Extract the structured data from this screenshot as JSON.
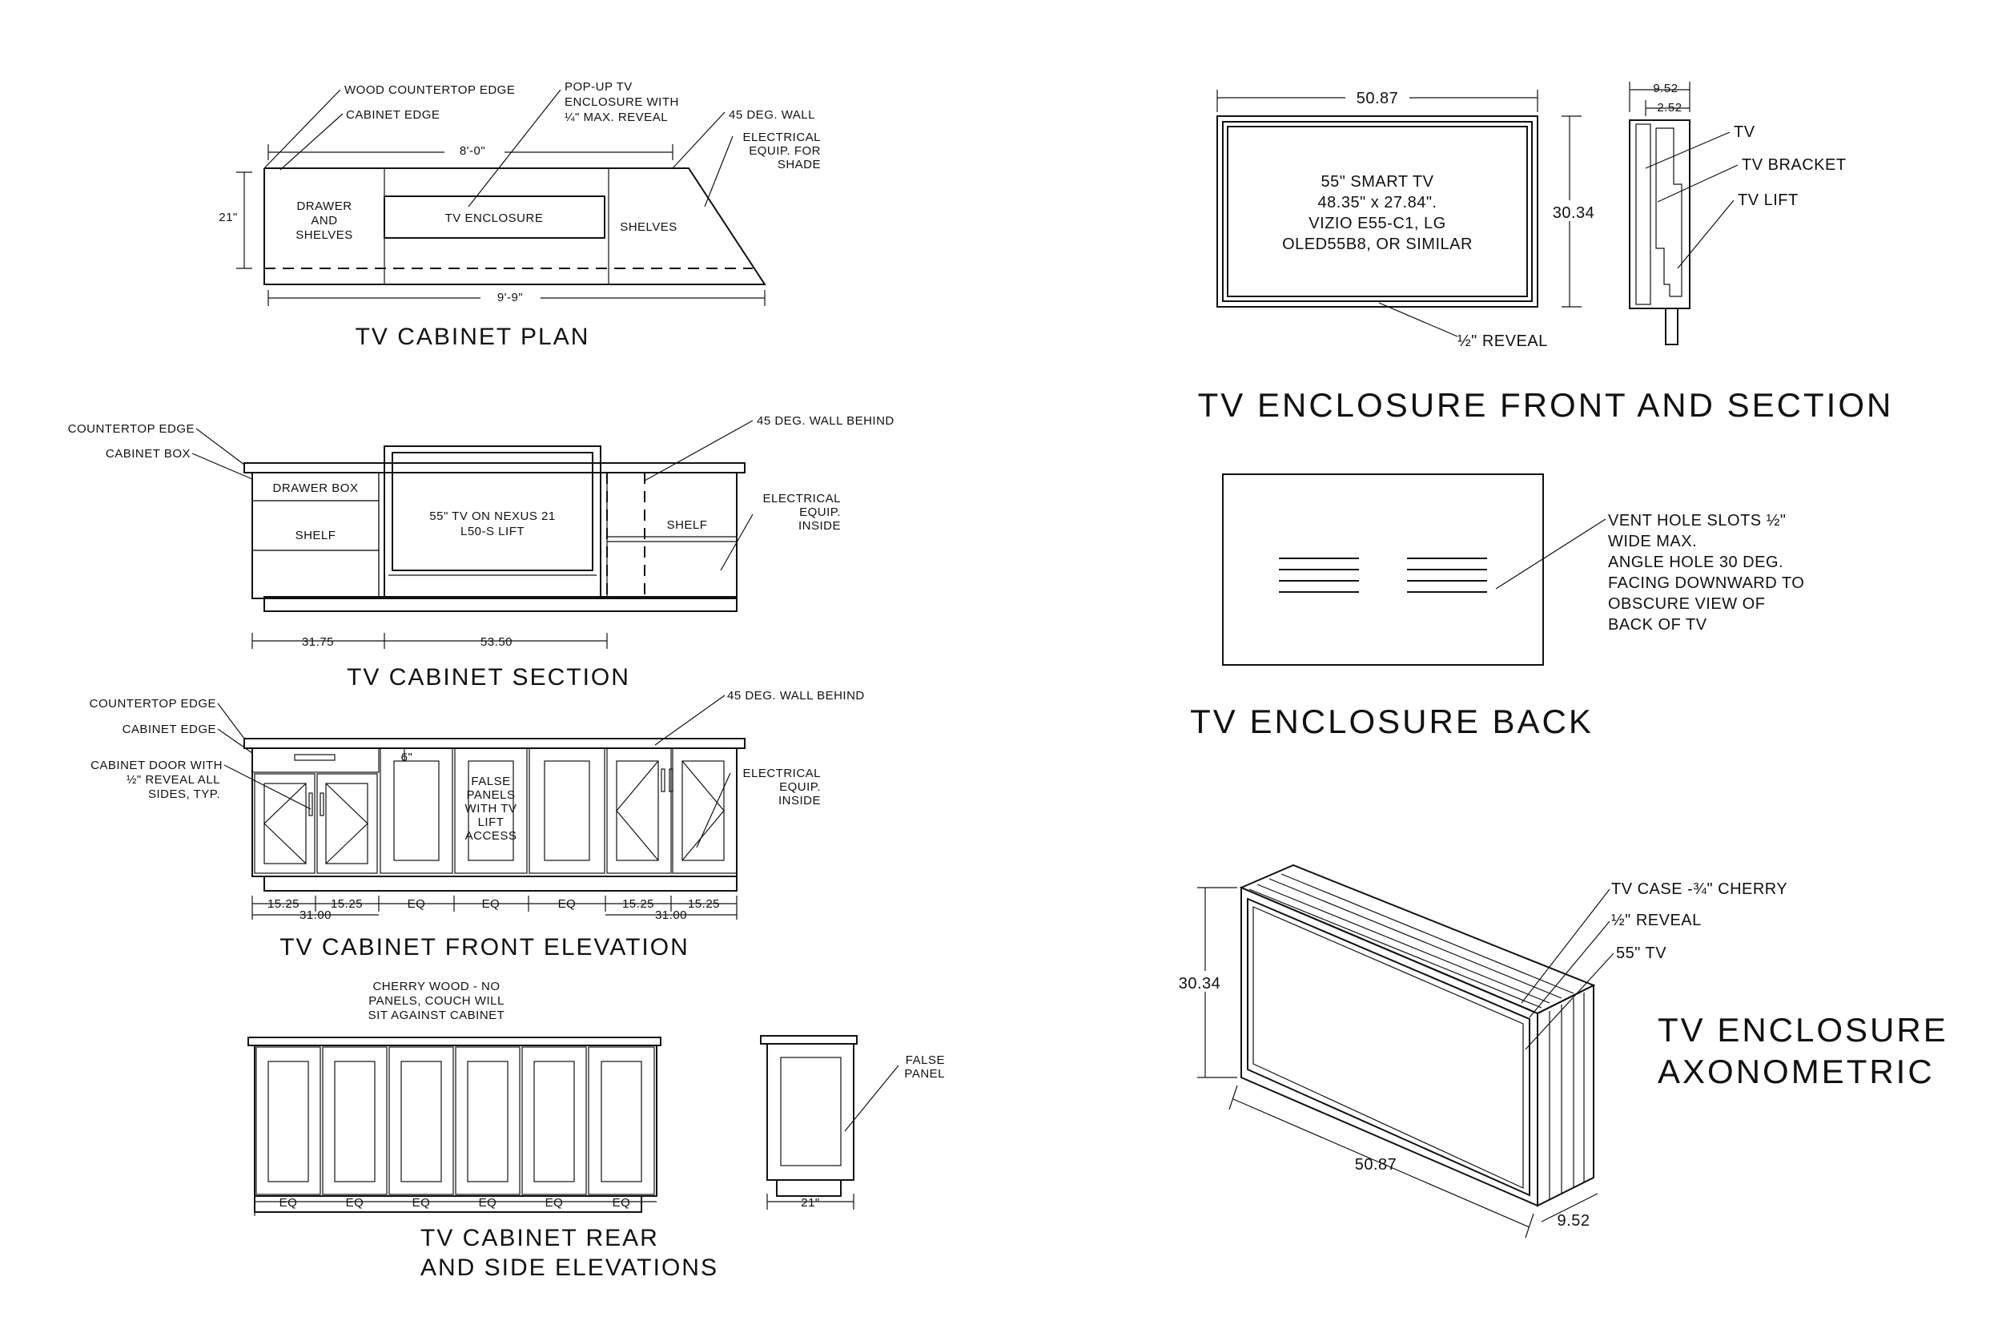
{
  "plan": {
    "title": "TV CABINET PLAN",
    "labels": {
      "wood_countertop": "WOOD COUNTERTOP EDGE",
      "popup_1": "POP-UP TV",
      "popup_2": "ENCLOSURE WITH",
      "popup_3": "¼\" MAX. REVEAL",
      "cabinet_edge": "CABINET EDGE",
      "wall45": "45 DEG. WALL",
      "elec_1": "ELECTRICAL",
      "elec_2": "EQUIP. FOR",
      "elec_3": "SHADE",
      "drawer_1": "DRAWER",
      "drawer_2": "AND",
      "drawer_3": "SHELVES",
      "tv_enclosure": "TV ENCLOSURE",
      "shelves": "SHELVES"
    },
    "dims": {
      "top": "8'-0\"",
      "bottom": "9'-9\"",
      "depth": "21\""
    }
  },
  "section": {
    "title": "TV CABINET SECTION",
    "labels": {
      "countertop": "COUNTERTOP EDGE",
      "cabinet_box": "CABINET BOX",
      "wall45": "45 DEG. WALL BEHIND",
      "drawer_box": "DRAWER BOX",
      "shelf_left": "SHELF",
      "tv_1": "55\" TV ON NEXUS 21",
      "tv_2": "L50-S LIFT",
      "shelf_right": "SHELF",
      "elec_1": "ELECTRICAL",
      "elec_2": "EQUIP.",
      "elec_3": "INSIDE"
    },
    "dims": {
      "left": "31.75",
      "center": "53.50"
    }
  },
  "front": {
    "title": "TV CABINET FRONT ELEVATION",
    "labels": {
      "countertop": "COUNTERTOP EDGE",
      "cabinet_edge": "CABINET EDGE",
      "door_1": "CABINET DOOR WITH",
      "door_2": "½\" REVEAL ALL",
      "door_3": "SIDES, TYP.",
      "wall45": "45 DEG. WALL BEHIND",
      "false_1": "FALSE",
      "false_2": "PANELS",
      "false_3": "WITH TV",
      "false_4": "LIFT",
      "false_5": "ACCESS",
      "elec_1": "ELECTRICAL",
      "elec_2": "EQUIP.",
      "elec_3": "INSIDE",
      "dim6": "6\""
    },
    "dims": [
      "15.25",
      "15.25",
      "EQ",
      "EQ",
      "EQ",
      "15.25",
      "15.25"
    ],
    "dims_total": [
      "31.00",
      "31.00"
    ]
  },
  "rear": {
    "title_1": "TV CABINET REAR",
    "title_2": "AND SIDE ELEVATIONS",
    "note_1": "CHERRY WOOD - NO",
    "note_2": "PANELS, COUCH WILL",
    "note_3": "SIT AGAINST CABINET",
    "false_1": "FALSE",
    "false_2": "PANEL",
    "dims": [
      "EQ",
      "EQ",
      "EQ",
      "EQ",
      "EQ",
      "EQ"
    ],
    "side_dim": "21\""
  },
  "enclosure_front": {
    "title": "TV ENCLOSURE FRONT AND SECTION",
    "width": "50.87",
    "height": "30.34",
    "sec_w1": "9.52",
    "sec_w2": "2.52",
    "tv_1": "55\" SMART TV",
    "tv_2": "48.35\" x 27.84\".",
    "tv_3": "VIZIO E55-C1, LG",
    "tv_4": "OLED55B8, OR SIMILAR",
    "reveal": "½\" REVEAL",
    "lbl_tv": "TV",
    "lbl_bracket": "TV BRACKET",
    "lbl_lift": "TV LIFT"
  },
  "enclosure_back": {
    "title": "TV ENCLOSURE BACK",
    "note_1": "VENT HOLE SLOTS ½\"",
    "note_2": "WIDE MAX.",
    "note_3": "ANGLE HOLE 30 DEG.",
    "note_4": "FACING DOWNWARD TO",
    "note_5": "OBSCURE VIEW OF",
    "note_6": "BACK OF TV"
  },
  "axo": {
    "title_1": "TV ENCLOSURE",
    "title_2": "AXONOMETRIC",
    "height": "30.34",
    "width": "50.87",
    "depth": "9.52",
    "case": "TV CASE -¾\" CHERRY",
    "reveal": "½\" REVEAL",
    "tv": "55\" TV"
  }
}
